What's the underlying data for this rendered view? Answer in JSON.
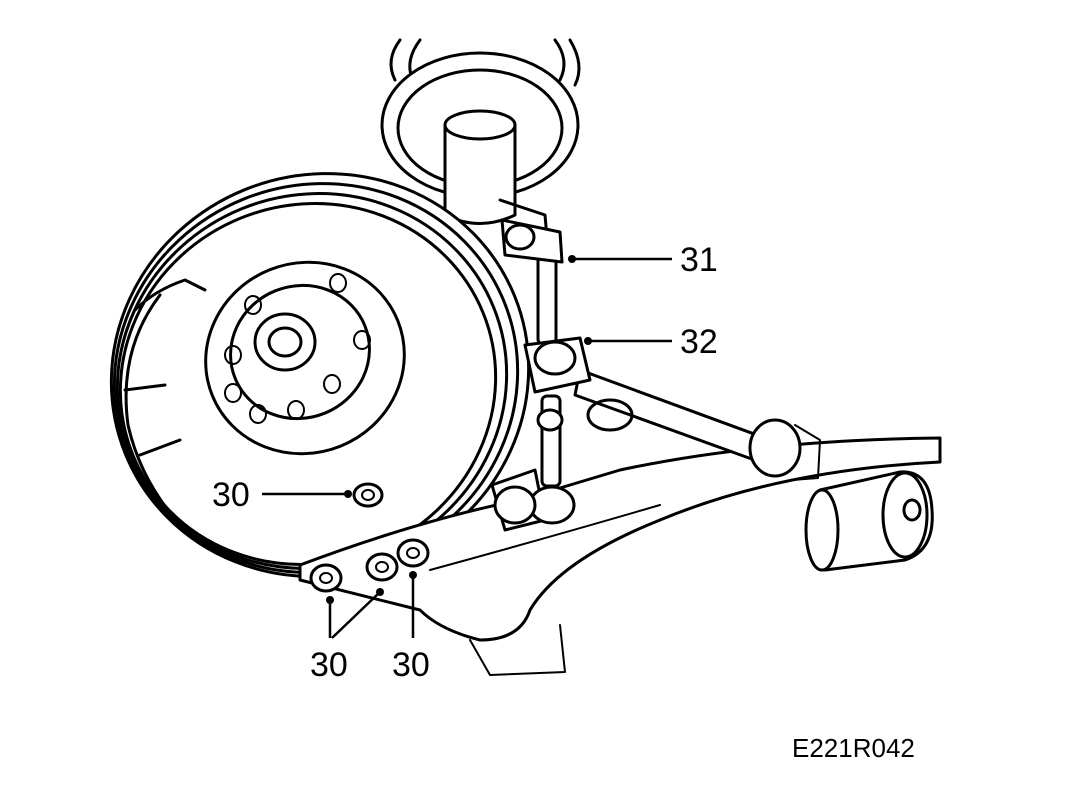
{
  "figure": {
    "callouts": [
      {
        "id": "callout-31",
        "text": "31"
      },
      {
        "id": "callout-32",
        "text": "32"
      },
      {
        "id": "callout-30-disc",
        "text": "30"
      },
      {
        "id": "callout-30-lower-left",
        "text": "30"
      },
      {
        "id": "callout-30-lower-right",
        "text": "30"
      }
    ],
    "figure_code": "E221R042"
  }
}
